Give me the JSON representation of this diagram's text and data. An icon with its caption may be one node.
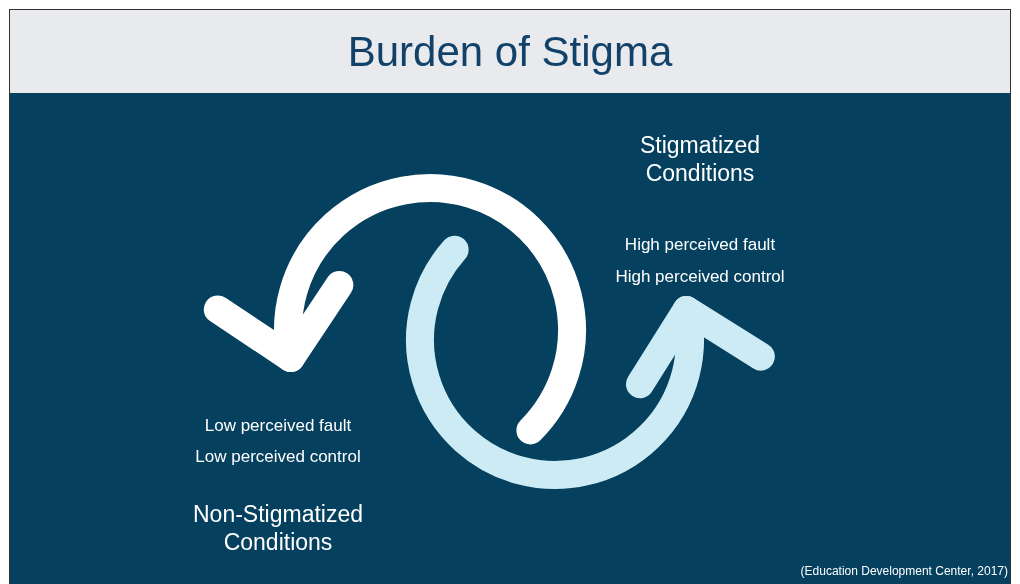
{
  "diagram": {
    "title": "Burden of Stigma",
    "nodes": [
      {
        "text": [
          "Stigmatized Conditions",
          "High perceived fault",
          "High perceived control"
        ]
      },
      {
        "text": [
          "Low perceived fault",
          "Low perceived control",
          "Non-Stigmatized Conditions"
        ]
      }
    ],
    "edges": [
      {
        "from": null,
        "to": 1,
        "arrow": "to",
        "color": "#ffffff"
      },
      {
        "from": null,
        "to": 0,
        "arrow": "to",
        "color": "#cdebf4"
      }
    ],
    "labels": [
      "(Education Development Center, 2017)"
    ]
  }
}
